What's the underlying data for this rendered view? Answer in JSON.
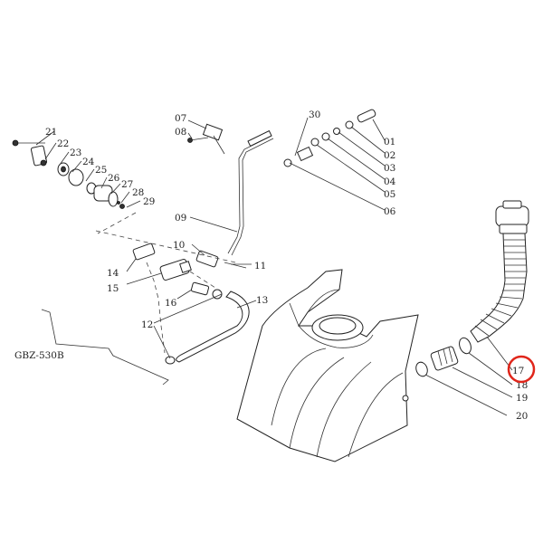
{
  "diagram": {
    "model_label": "GBZ-530B",
    "parts": [
      "01",
      "02",
      "03",
      "04",
      "05",
      "06",
      "07",
      "08",
      "09",
      "10",
      "11",
      "12",
      "13",
      "14",
      "15",
      "16",
      "17",
      "18",
      "19",
      "20",
      "21",
      "22",
      "23",
      "24",
      "25",
      "26",
      "27",
      "28",
      "29",
      "30"
    ],
    "highlighted_part": "17",
    "highlight_color": "#e0261b"
  }
}
